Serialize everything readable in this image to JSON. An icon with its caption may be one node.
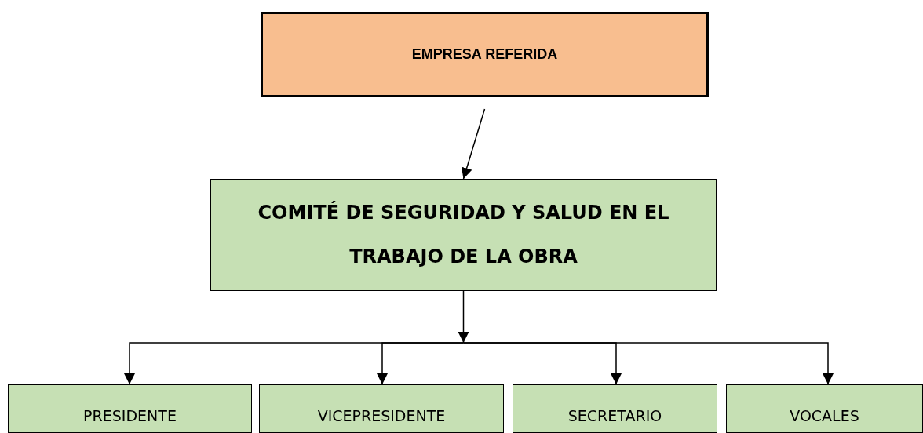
{
  "diagram": {
    "nodes": [
      {
        "text": [
          "EMPRESA REFERIDA"
        ]
      },
      {
        "text": [
          "COMITÉ DE SEGURIDAD Y SALUD EN EL TRABAJO DE LA OBRA"
        ]
      },
      {
        "text": [
          "PRESIDENTE"
        ]
      },
      {
        "text": [
          "VICEPRESIDENTE"
        ]
      },
      {
        "text": [
          "SECRETARIO"
        ]
      },
      {
        "text": [
          "VOCALES"
        ]
      }
    ],
    "edges": [
      {
        "from": 0,
        "to": 1,
        "arrow": "to"
      },
      {
        "from": 1,
        "to": 2,
        "arrow": "to"
      },
      {
        "from": 1,
        "to": 3,
        "arrow": "to"
      },
      {
        "from": 1,
        "to": 4,
        "arrow": "to"
      },
      {
        "from": 1,
        "to": 5,
        "arrow": "to"
      }
    ]
  }
}
